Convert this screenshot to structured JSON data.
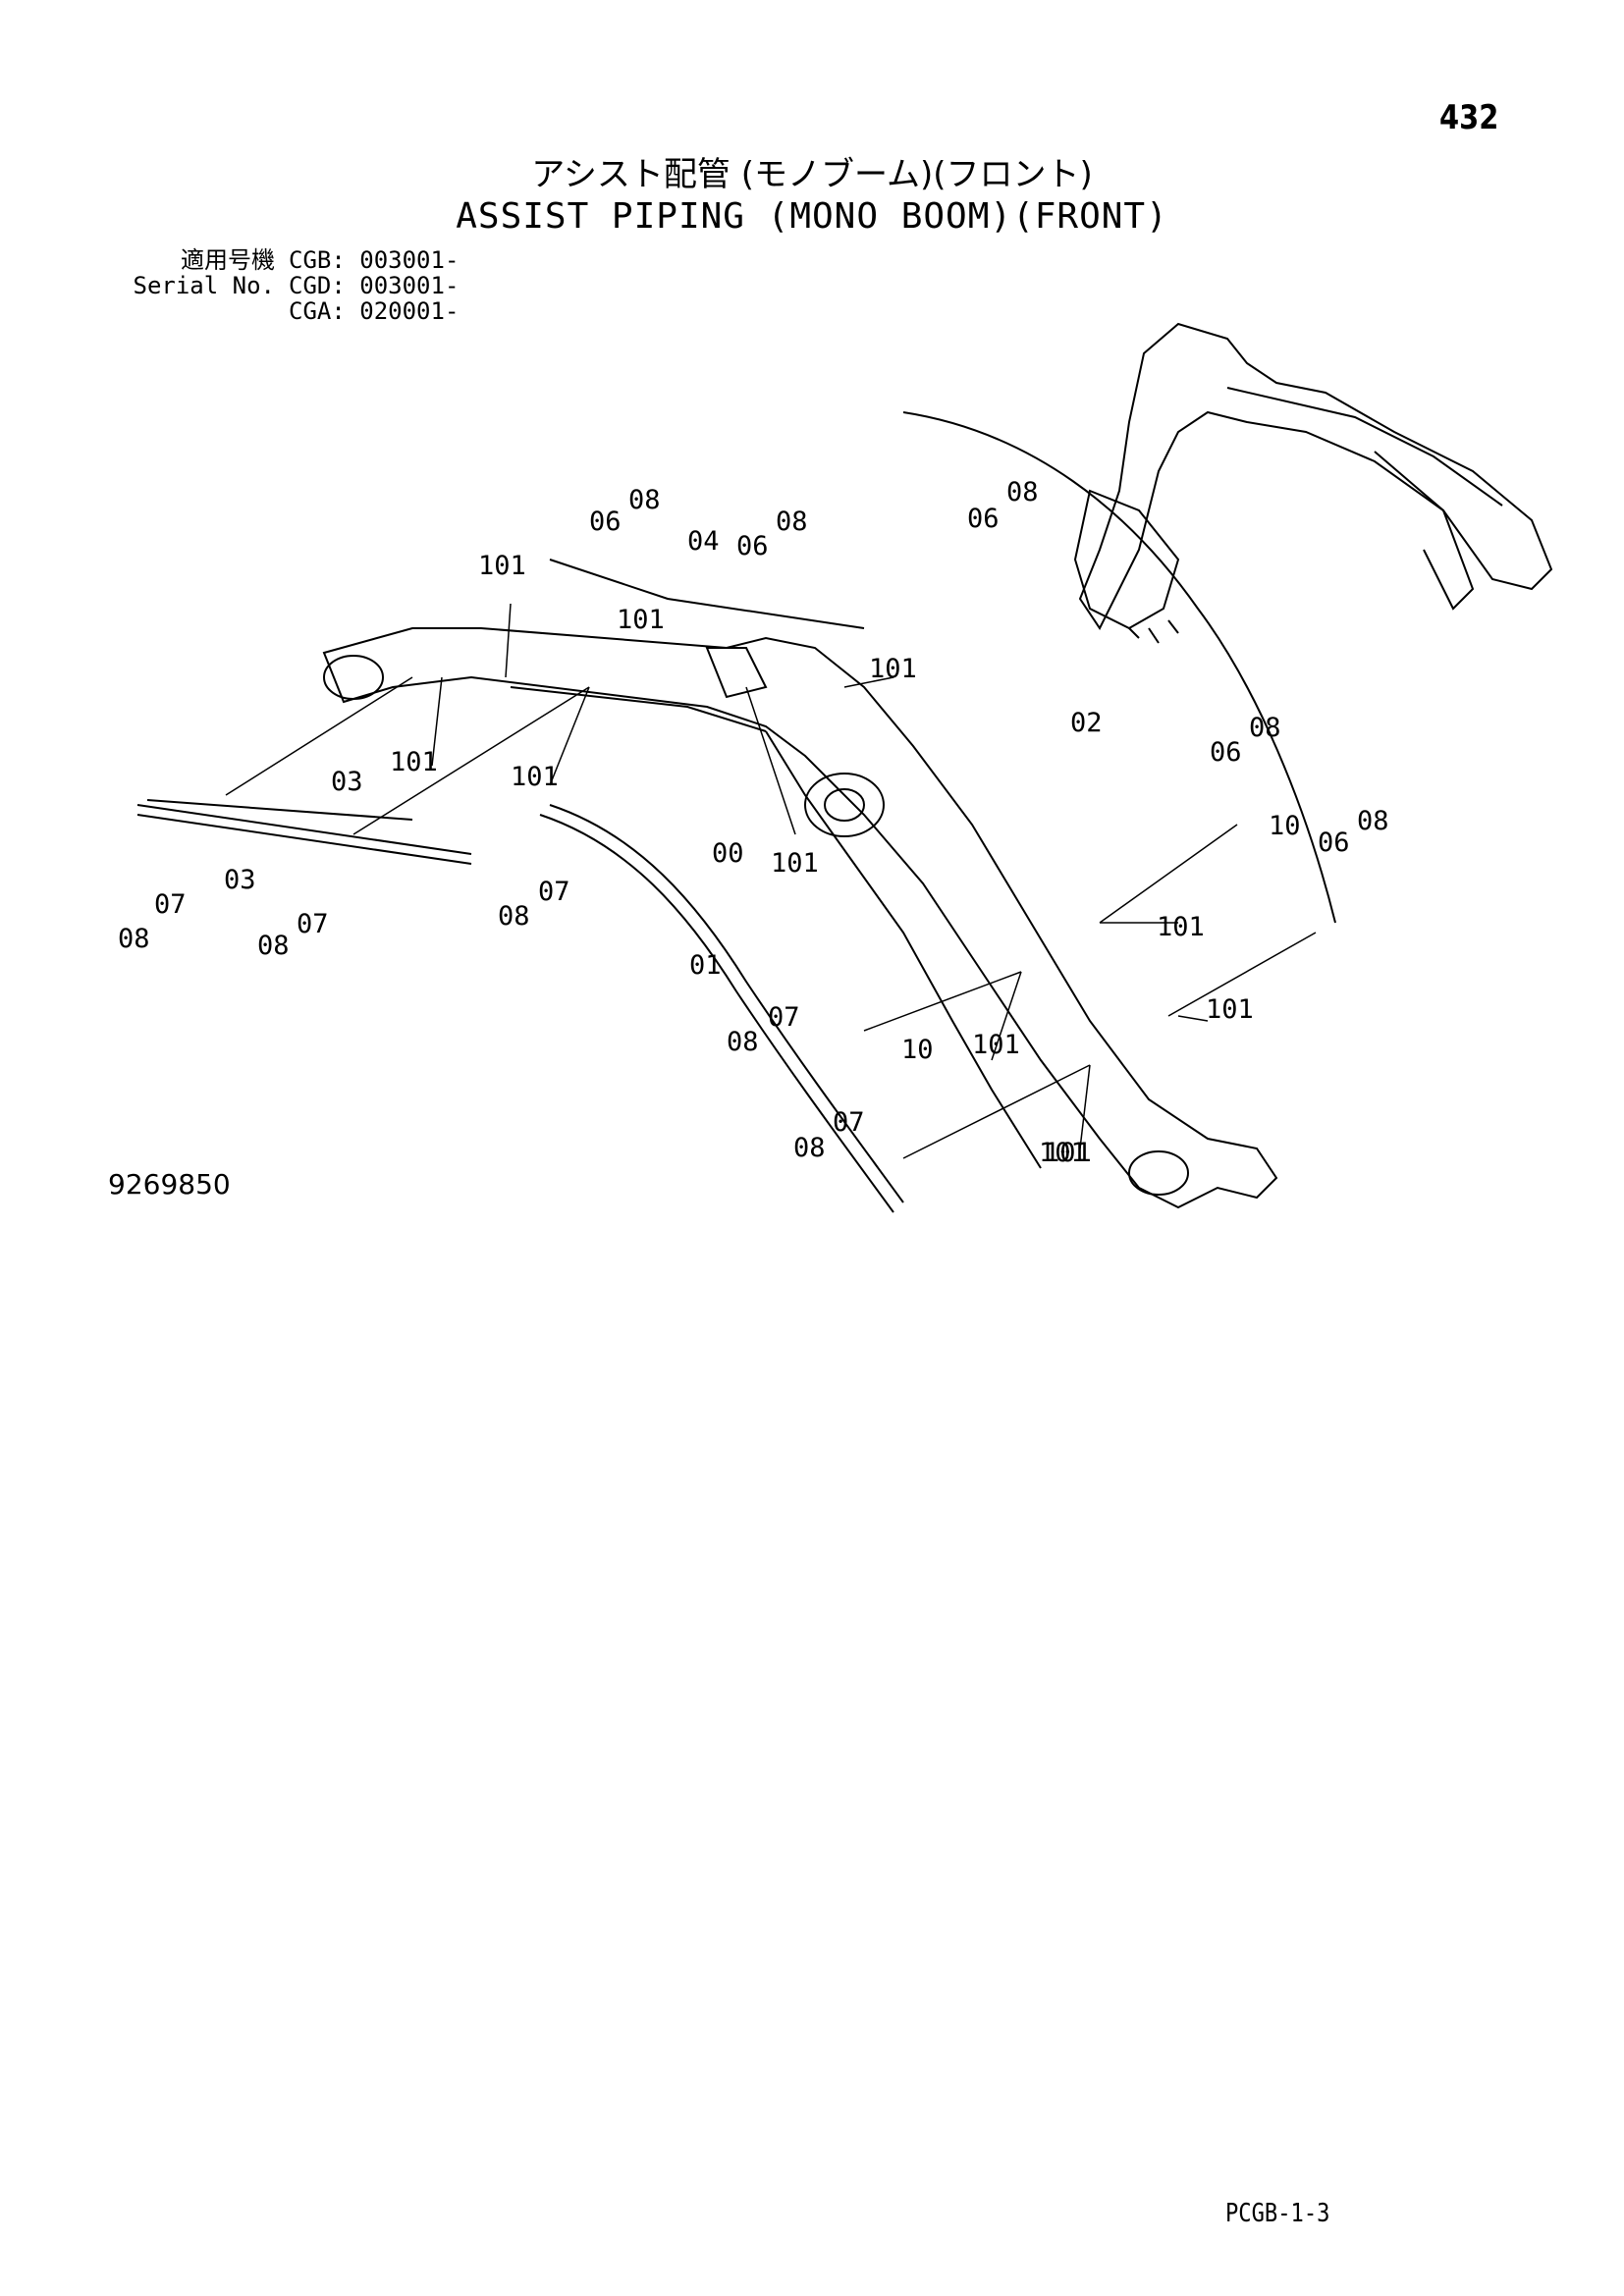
{
  "page_number": "432",
  "title_jp": "アシスト配管 (モノブーム)(フロント)",
  "title_en": "ASSIST PIPING (MONO BOOM)(FRONT)",
  "serial_block": [
    {
      "label": "適用号機",
      "model": "CGB:",
      "value": "003001-"
    },
    {
      "label": "Serial No.",
      "model": "CGD:",
      "value": "003001-"
    },
    {
      "label": "",
      "model": "CGA:",
      "value": "020001-"
    }
  ],
  "drawing_number": "9269850",
  "page_code": "PCGB-1-3",
  "callouts": [
    "08",
    "06",
    "04",
    "06",
    "08",
    "06",
    "08",
    "101",
    "101",
    "101",
    "02",
    "101",
    "101",
    "06",
    "08",
    "03",
    "10",
    "06",
    "08",
    "101",
    "00",
    "101",
    "07",
    "03",
    "07",
    "07",
    "08",
    "08",
    "08",
    "101",
    "01",
    "07",
    "08",
    "101",
    "10",
    "101",
    "07",
    "08",
    "101"
  ]
}
